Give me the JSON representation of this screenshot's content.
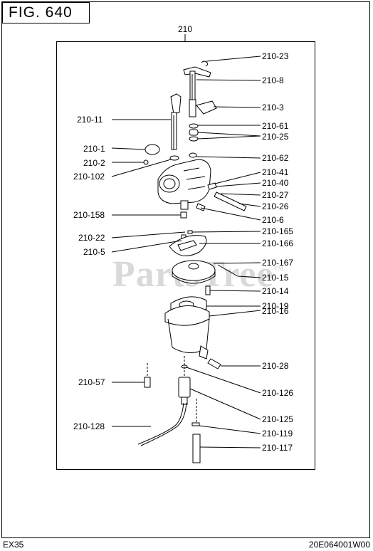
{
  "title": "FIG. 640",
  "assembly": "210",
  "footer": {
    "model": "EX35",
    "code": "20E064001W00"
  },
  "watermark": {
    "text": "PartsTree",
    "mark": "™"
  },
  "callouts": [
    {
      "id": "210-23",
      "side": "right"
    },
    {
      "id": "210-8",
      "side": "right"
    },
    {
      "id": "210-3",
      "side": "right"
    },
    {
      "id": "210-11",
      "side": "left"
    },
    {
      "id": "210-61",
      "side": "right"
    },
    {
      "id": "210-25",
      "side": "right"
    },
    {
      "id": "210-1",
      "side": "left"
    },
    {
      "id": "210-2",
      "side": "left"
    },
    {
      "id": "210-62",
      "side": "right"
    },
    {
      "id": "210-102",
      "side": "left"
    },
    {
      "id": "210-41",
      "side": "right"
    },
    {
      "id": "210-40",
      "side": "right"
    },
    {
      "id": "210-27",
      "side": "right"
    },
    {
      "id": "210-26",
      "side": "right"
    },
    {
      "id": "210-158",
      "side": "left"
    },
    {
      "id": "210-6",
      "side": "right"
    },
    {
      "id": "210-165",
      "side": "right"
    },
    {
      "id": "210-22",
      "side": "left"
    },
    {
      "id": "210-166",
      "side": "right"
    },
    {
      "id": "210-5",
      "side": "left"
    },
    {
      "id": "210-167",
      "side": "right"
    },
    {
      "id": "210-15",
      "side": "right"
    },
    {
      "id": "210-14",
      "side": "right"
    },
    {
      "id": "210-19",
      "side": "right"
    },
    {
      "id": "210-16",
      "side": "right"
    },
    {
      "id": "210-28",
      "side": "right"
    },
    {
      "id": "210-57",
      "side": "left"
    },
    {
      "id": "210-126",
      "side": "right"
    },
    {
      "id": "210-125",
      "side": "right"
    },
    {
      "id": "210-128",
      "side": "left"
    },
    {
      "id": "210-119",
      "side": "right"
    },
    {
      "id": "210-117",
      "side": "right"
    }
  ]
}
